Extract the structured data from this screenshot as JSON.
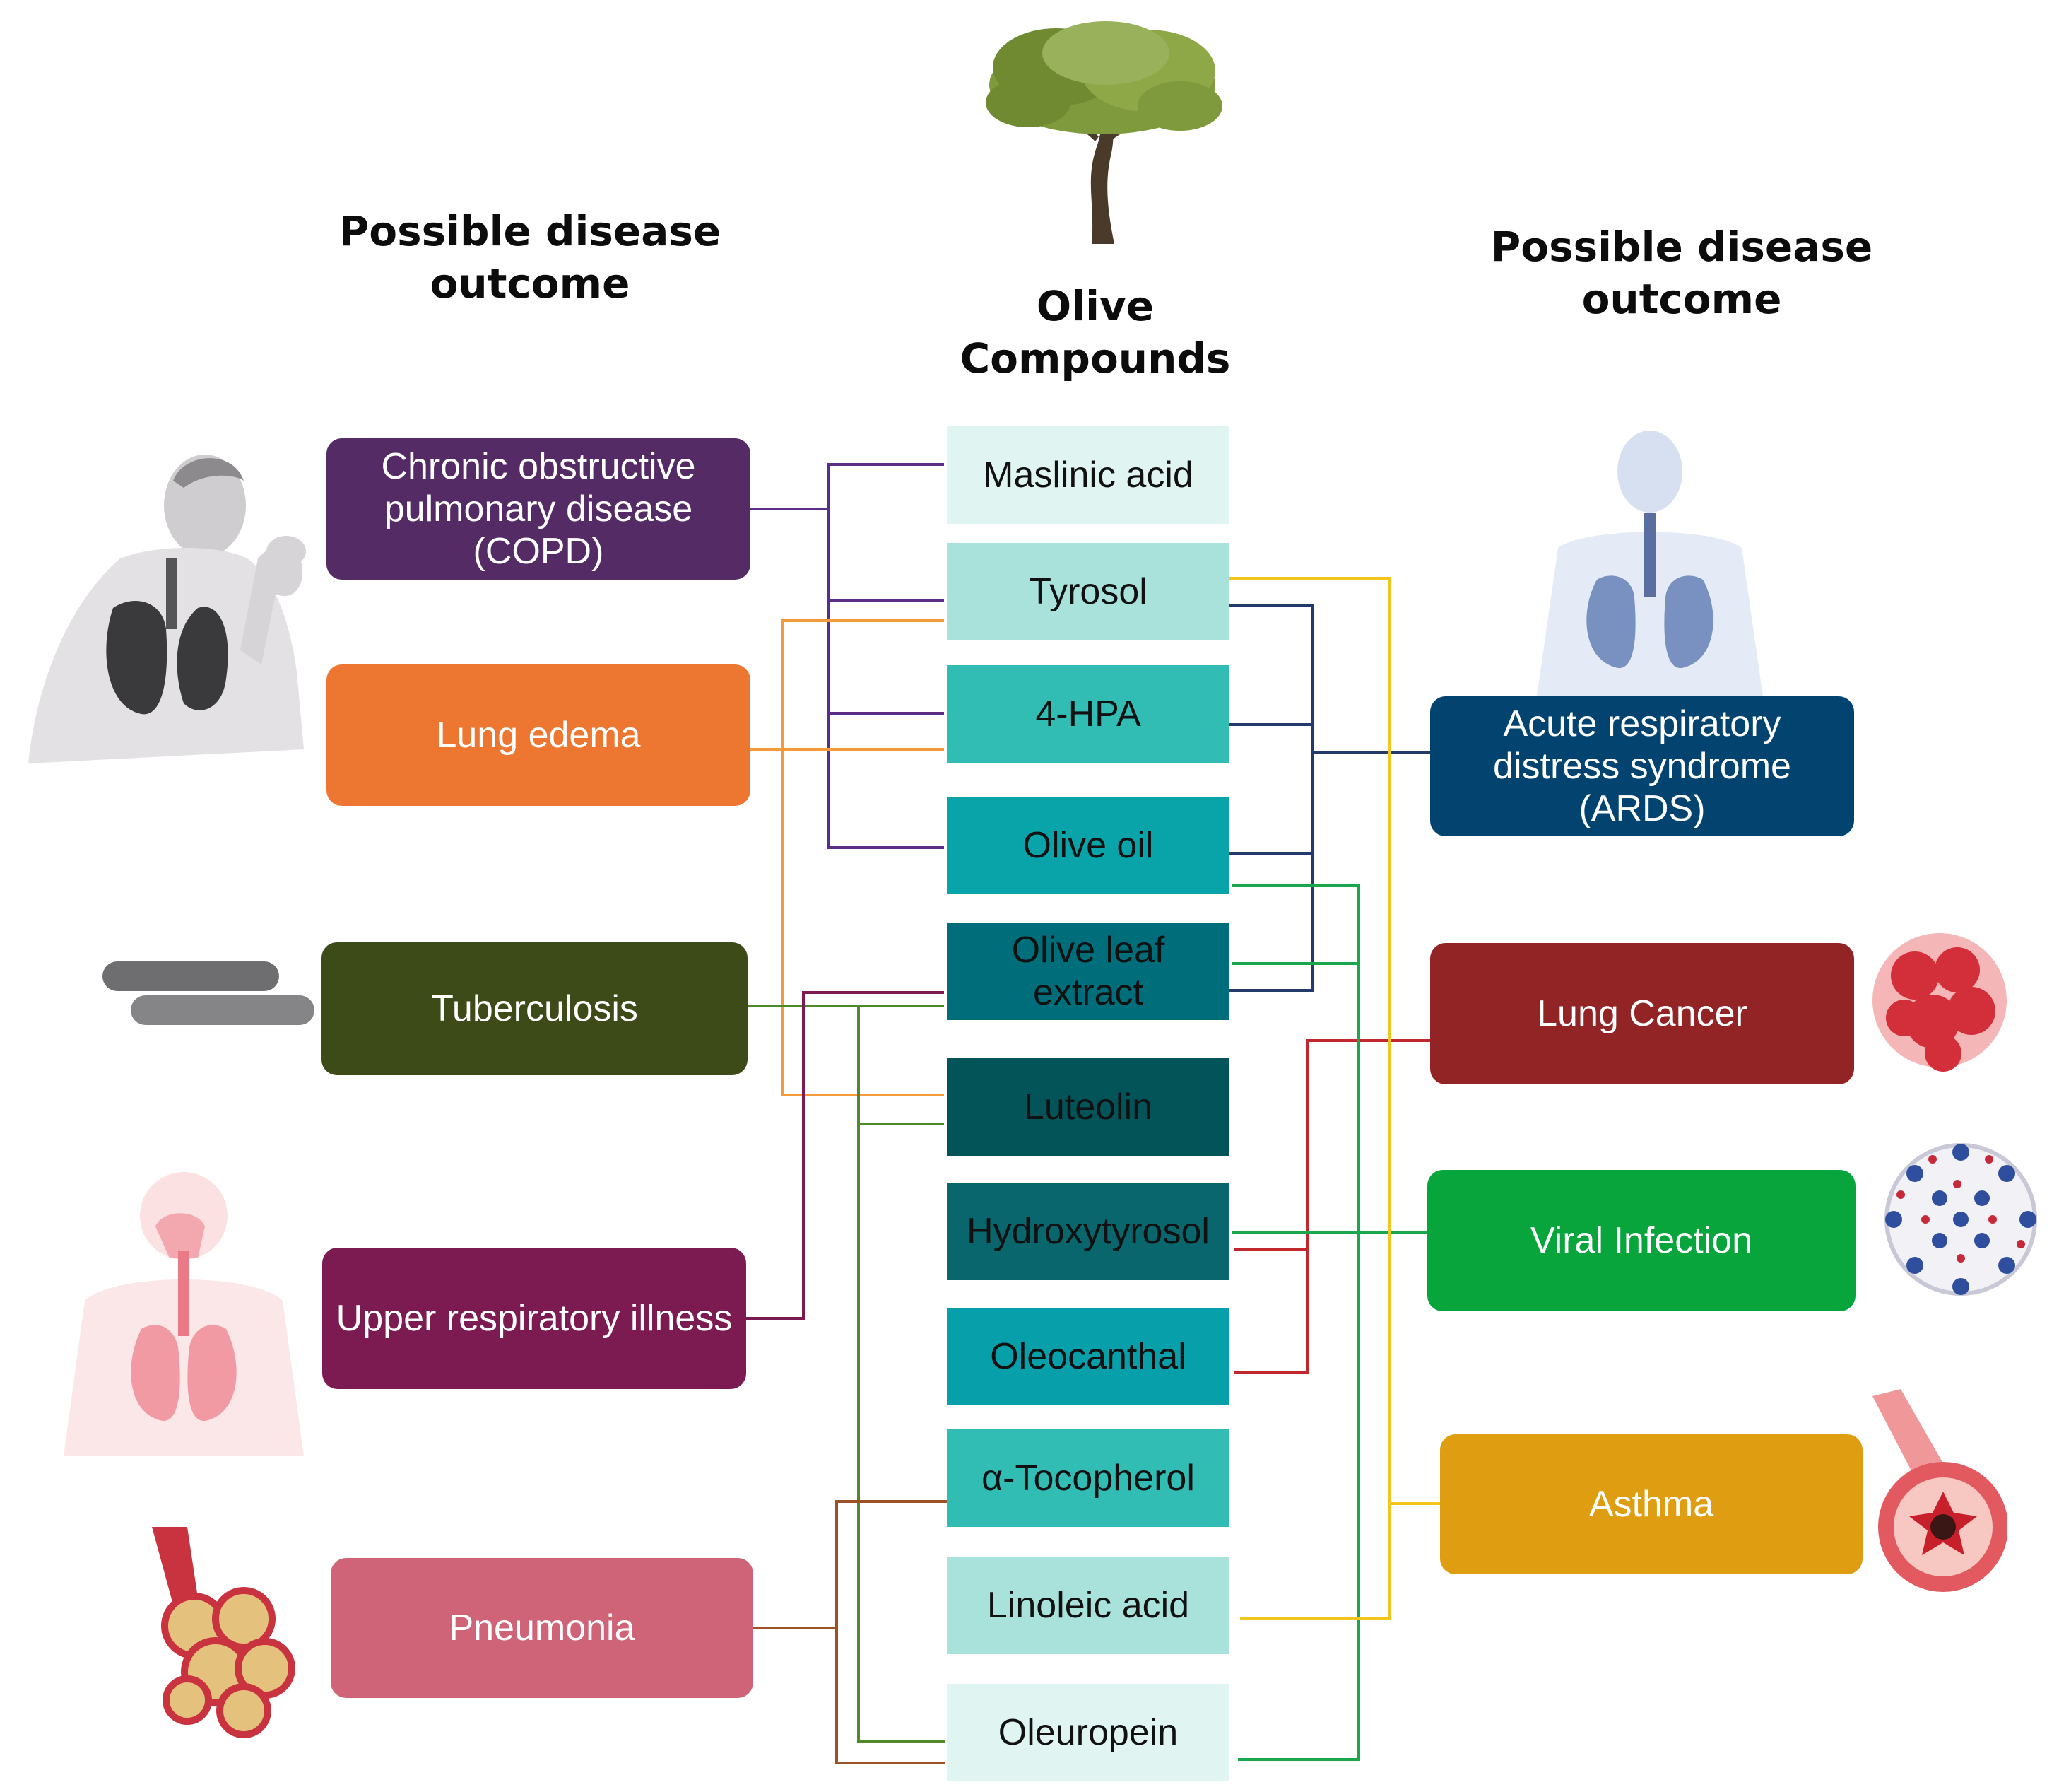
{
  "headings": {
    "left": "Possible disease\noutcome",
    "center": "Olive\nCompounds",
    "right": "Possible disease\noutcome"
  },
  "left_diseases": [
    {
      "label": "Chronic obstructive\npulmonary disease\n(COPD)",
      "color": "#542b64"
    },
    {
      "label": "Lung edema",
      "color": "#ed7731"
    },
    {
      "label": "Tuberculosis",
      "color": "#3c4b18"
    },
    {
      "label": "Upper respiratory illness",
      "color": "#7c1b52"
    },
    {
      "label": "Pneumonia",
      "color": "#cf6478"
    }
  ],
  "right_diseases": [
    {
      "label": "Acute respiratory\ndistress syndrome\n(ARDS)",
      "color": "#02436f"
    },
    {
      "label": "Lung Cancer",
      "color": "#922425"
    },
    {
      "label": "Viral Infection",
      "color": "#08a43c"
    },
    {
      "label": "Asthma",
      "color": "#df9d12"
    }
  ],
  "compounds": [
    {
      "label": "Maslinic acid",
      "color": "#e0f4f1"
    },
    {
      "label": "Tyrosol",
      "color": "#a9e2db"
    },
    {
      "label": "4-HPA",
      "color": "#31bcb4"
    },
    {
      "label": "Olive oil",
      "color": "#08a4a9"
    },
    {
      "label": "Olive leaf\nextract",
      "color": "#006d7a"
    },
    {
      "label": "Luteolin",
      "color": "#035458"
    },
    {
      "label": "Hydroxytyrosol",
      "color": "#08666c"
    },
    {
      "label": "Oleocanthal",
      "color": "#069faa"
    },
    {
      "label": "α-Tocopherol",
      "color": "#31bcb4"
    },
    {
      "label": "Linoleic acid",
      "color": "#a9e2db"
    },
    {
      "label": "Oleuropein",
      "color": "#e0f4f1"
    }
  ],
  "connection_colors": {
    "copd": "#5b2d85",
    "lung_edema": "#f39a3a",
    "tuberculosis": "#4f8a28",
    "upper_respiratory": "#7c1b52",
    "pneumonia": "#9c5224",
    "ards": "#233a6b",
    "lung_cancer": "#c1272d",
    "viral_infection": "#1aa64a",
    "asthma": "#f4c51c"
  }
}
